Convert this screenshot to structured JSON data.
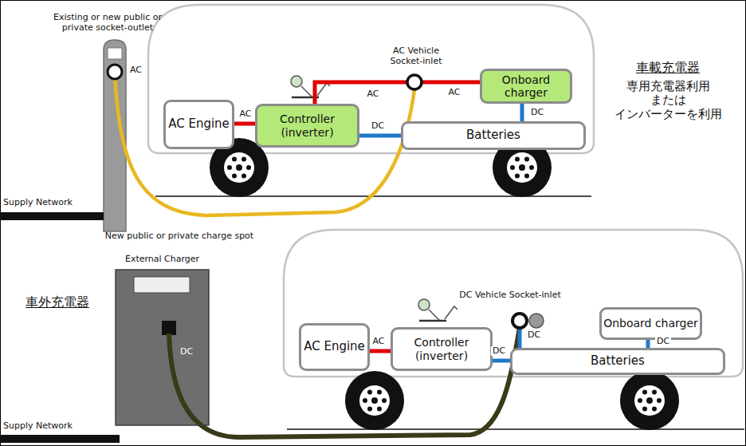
{
  "diagram": {
    "nodes": [
      {
        "text": [
          "AC Engine"
        ]
      },
      {
        "text": [
          "Controller (inverter)"
        ]
      },
      {
        "text": [
          "Onboard charger"
        ]
      },
      {
        "text": [
          "Batteries"
        ]
      },
      {
        "text": [
          "External Charger",
          "DC"
        ]
      },
      {
        "text": [
          "AC Engine"
        ]
      },
      {
        "text": [
          "Controller (inverter)"
        ]
      },
      {
        "text": [
          "Onboard charger"
        ]
      },
      {
        "text": [
          "Batteries"
        ]
      }
    ],
    "edges": [
      {
        "from": 0,
        "to": 1,
        "arrow": "none",
        "label": "AC"
      },
      {
        "from": 1,
        "to": 2,
        "arrow": "none",
        "label": "AC"
      },
      {
        "from": 1,
        "to": 3,
        "arrow": "none",
        "label": "DC"
      },
      {
        "from": 2,
        "to": 3,
        "arrow": "none",
        "label": "DC"
      },
      {
        "from": 5,
        "to": 6,
        "arrow": "none",
        "label": "AC"
      },
      {
        "from": 6,
        "to": 8,
        "arrow": "none",
        "label": "DC"
      },
      {
        "from": 7,
        "to": 8,
        "arrow": "none",
        "label": "DC"
      }
    ],
    "labels": [
      "Existing or new public or private socket-outlet",
      "AC",
      "Supply Network",
      "AC Vehicle Socket-inlet",
      "AC",
      "車載充電器",
      "専用充電器利用 または インバーターを利用",
      "New public or private charge spot",
      "車外充電器",
      "Supply Network",
      "DC Vehicle Socket-inlet",
      "DC"
    ]
  }
}
